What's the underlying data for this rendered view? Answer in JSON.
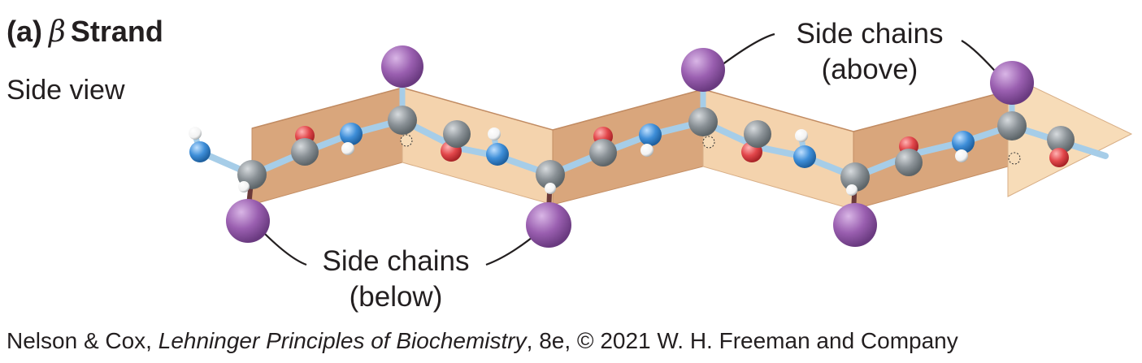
{
  "panel": {
    "label": "(a)",
    "symbol": "β",
    "name": "Strand",
    "view": "Side view"
  },
  "callouts": {
    "above_line1": "Side chains",
    "above_line2": "(above)",
    "below_line1": "Side chains",
    "below_line2": "(below)"
  },
  "credit": {
    "authors": "Nelson & Cox,",
    "book": "Lehninger Principles of Biochemistry",
    "edition": ", 8e, © 2021 W. H. Freeman and Company"
  },
  "colors": {
    "sheet_dark": "#d9a67c",
    "sheet_light": "#f7dcb8",
    "backbone_bond": "#a6cde8",
    "carbon": "#8a9196",
    "oxygen": "#e2474b",
    "nitrogen": "#3e8ed8",
    "hydrogen": "#ffffff",
    "side_chain": "#9a5fb0",
    "text": "#231f20"
  }
}
